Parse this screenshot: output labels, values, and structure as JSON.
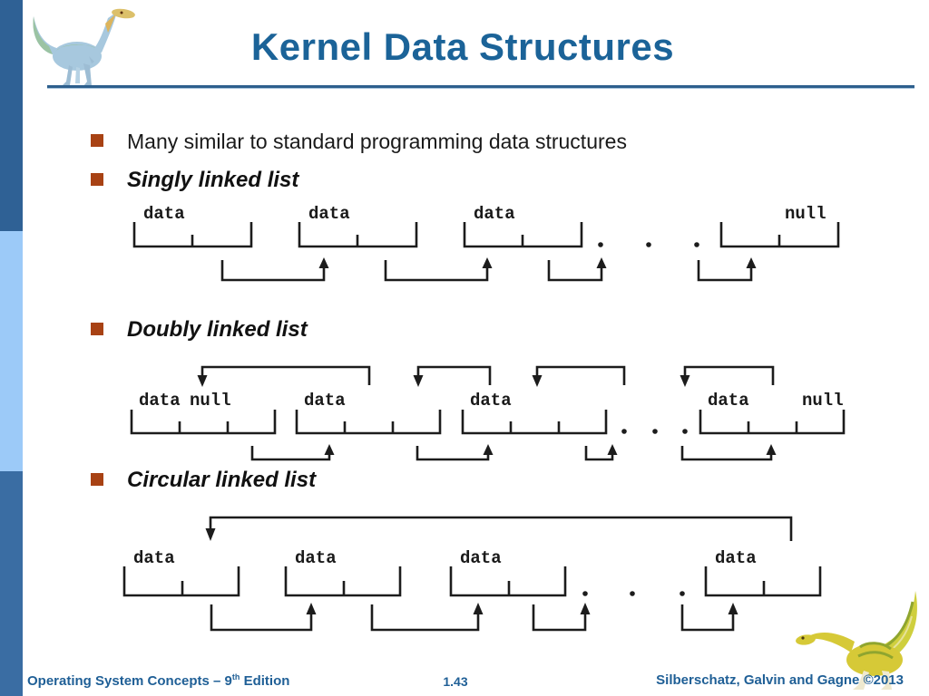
{
  "slide": {
    "title": "Kernel Data Structures",
    "bullets": [
      {
        "text": "Many similar to standard programming data structures",
        "style": "regular"
      },
      {
        "text": "Singly linked list",
        "style": "emphasis"
      },
      {
        "text": "Doubly linked list",
        "style": "emphasis"
      },
      {
        "text": "Circular linked list",
        "style": "emphasis"
      }
    ]
  },
  "diagrams": {
    "singly": {
      "type": "singly-linked-list",
      "labels": [
        "data",
        "data",
        "data",
        "null"
      ],
      "ellipsis": ". . ."
    },
    "doubly": {
      "type": "doubly-linked-list",
      "labels": [
        "data",
        "null",
        "data",
        "data",
        "data",
        "null"
      ],
      "ellipsis": ". . ."
    },
    "circular": {
      "type": "circular-linked-list",
      "labels": [
        "data",
        "data",
        "data",
        "data"
      ],
      "ellipsis": ". . ."
    }
  },
  "footer": {
    "left_prefix": "Operating System Concepts – 9",
    "left_sup": "th",
    "left_suffix": " Edition",
    "page": "1.43",
    "right": "Silberschatz, Galvin and Gagne ©2013"
  },
  "colors": {
    "title_blue": "#1b6398",
    "footer_blue": "#1f5f96",
    "bullet_square": "#a84214",
    "sidebar_dark": "#2f6195",
    "sidebar_light": "#9ccaf8",
    "sidebar_bottom": "#3a6da3",
    "diagram_line": "#1c1c1c"
  }
}
